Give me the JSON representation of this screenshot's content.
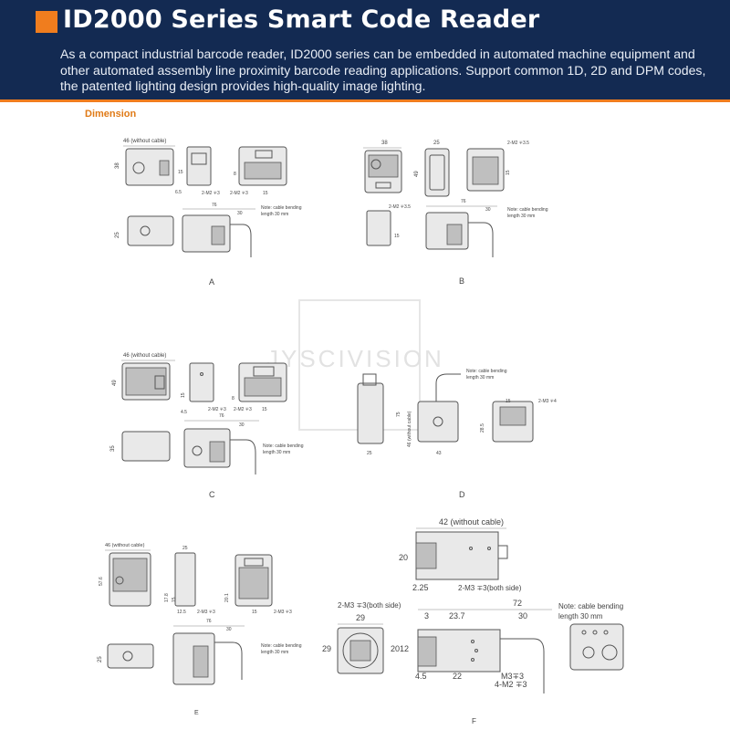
{
  "header": {
    "title": "ID2000 Series Smart Code Reader",
    "description": "As a compact industrial barcode reader, ID2000 series can be embedded in automated machine equipment and other automated assembly line proximity barcode reading applications. Support common 1D, 2D and DPM codes, the patented lighting design provides high-quality image lighting.",
    "accent_color": "#f07d1e",
    "background_color": "#132a52"
  },
  "section": {
    "label": "Dimension"
  },
  "watermark": {
    "text": "JYSCIVISION"
  },
  "diagrams": {
    "A": {
      "caption": "A",
      "dims": {
        "width_wo_cable": "46 (without cable)",
        "height": "38",
        "side_15": "15",
        "side_65": "6.5",
        "m2_left": "2-M2 ∓3",
        "m2_right": "2-M2 ∓3",
        "back_8": "8",
        "back_15": "15",
        "front_25": "25",
        "length": "76",
        "cable": "30"
      },
      "note": "Note: cable bending length 30 mm"
    },
    "B": {
      "caption": "B",
      "dims": {
        "width": "38",
        "depth": "25",
        "height": "49",
        "m2_top": "2-M2 ∓3.5",
        "m2_side": "2-M2 ∓3.5",
        "side_15": "15",
        "back_15": "15",
        "length": "76",
        "cable": "30"
      },
      "note": "Note: cable bending length 30 mm"
    },
    "C": {
      "caption": "C",
      "dims": {
        "width_wo_cable": "46 (without cable)",
        "height": "49",
        "side_15": "15",
        "side_45": "4.5",
        "m2_left": "2-M2 ∓3",
        "m2_right": "2-M2 ∓3",
        "back_8": "8",
        "back_15": "15",
        "front_35": "35",
        "length": "76",
        "cable": "30"
      },
      "note": "Note: cable bending length 30 mm"
    },
    "D": {
      "caption": "D",
      "dims": {
        "height_75": "75",
        "height_46": "46 (without cable)",
        "depth": "25",
        "width": "43",
        "m3": "2-M3 ∓4",
        "back_15": "15",
        "back_285": "28.5"
      },
      "note": "Note: cable bending length 30 mm"
    },
    "E": {
      "caption": "E",
      "dims": {
        "width_wo_cable": "46 (without cable)",
        "depth": "25",
        "height": "57.6",
        "side_178": "17.8",
        "side_15": "15",
        "side_125": "12.5",
        "m3_left": "2-M3 ∓3",
        "back_201": "20.1",
        "back_15": "15",
        "m3_right": "2-M3 ∓3",
        "front_25": "25",
        "length": "76",
        "cable": "30"
      },
      "note": "Note: cable bending length 30 mm"
    },
    "F": {
      "caption": "F",
      "dims": {
        "width_wo_cable": "42 (without cable)",
        "height_20": "20",
        "left_225": "2.25",
        "m3_both": "2-M3 ∓3(both side)",
        "m3_both_left": "2-M3 ∓3(both side)",
        "front_29w": "29",
        "front_29h": "29",
        "dim_3": "3",
        "dim_237": "23.7",
        "dim_72": "72",
        "dim_30": "30",
        "dim_20": "20",
        "dim_12": "12",
        "dim_45": "4.5",
        "dim_22": "22",
        "m3_3": "M3∓3",
        "m2_3": "4-M2 ∓3"
      },
      "note": "Note: cable bending length 30 mm"
    }
  }
}
